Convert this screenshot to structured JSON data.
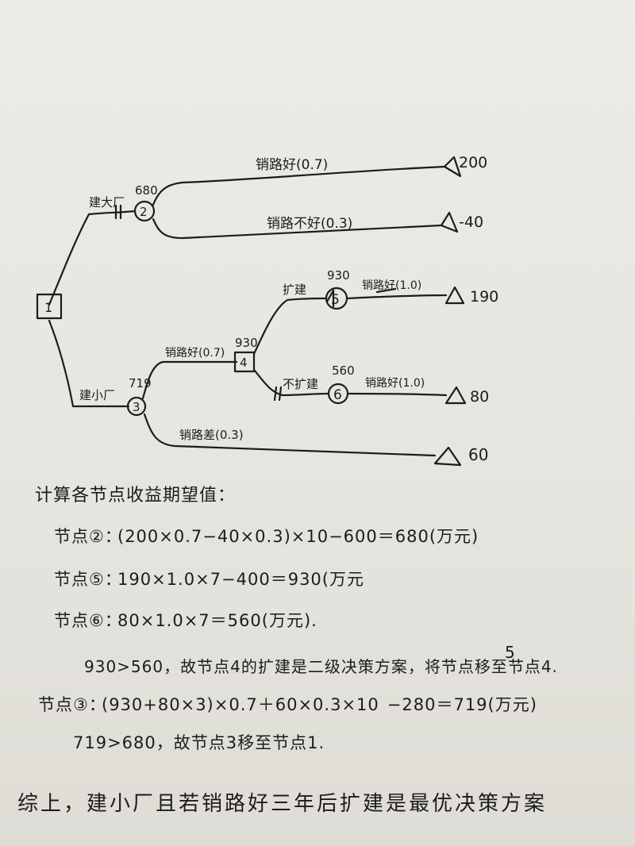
{
  "tree": {
    "decision_node_1": "1",
    "branch_build_big": "建大厂",
    "branch_build_small": "建小厂",
    "node2": {
      "label": "2",
      "value": "680"
    },
    "node3": {
      "label": "3",
      "value": "719"
    },
    "node4": {
      "label": "4",
      "value": "930"
    },
    "node5": {
      "label": "5",
      "value": "930"
    },
    "node6": {
      "label": "6",
      "value": "560"
    },
    "branch_n2_good": "销路好(0.7)",
    "branch_n2_bad": "销路不好(0.3)",
    "branch_n3_good": "销路好(0.7)",
    "branch_n3_bad": "销路差(0.3)",
    "branch_expand": "扩建",
    "branch_no_expand": "不扩建",
    "branch_n5_good": "销路好(1.0)",
    "branch_n6_good": "销路好(1.0)",
    "payoff_n2_good": "200",
    "payoff_n2_bad": "-40",
    "payoff_n5": "190",
    "payoff_n6": "80",
    "payoff_n3_bad": "60"
  },
  "notes": {
    "heading": "计算各节点收益期望值：",
    "node2_label": "节点②：",
    "node2_expr": "(200×0.7−40×0.3)×10−600＝680(万元)",
    "node5_label": "节点⑤：",
    "node5_expr": "190×1.0×7−400＝930(万元",
    "node6_label": "节点⑥：",
    "node6_expr": "80×1.0×7＝560(万元).",
    "compare_1": "930>560，故节点4的扩建是二级决策方案，将节点移至节点4.",
    "small_5": "5",
    "node3_label": "节点③：",
    "node3_expr": "(930+80×3)×0.7＋60×0.3×10",
    "node3_tail": "−280＝719(万元)",
    "compare_2": "719>680，故节点3移至节点1.",
    "conclusion": "综上，建小厂且若销路好三年后扩建是最优决策方案"
  }
}
